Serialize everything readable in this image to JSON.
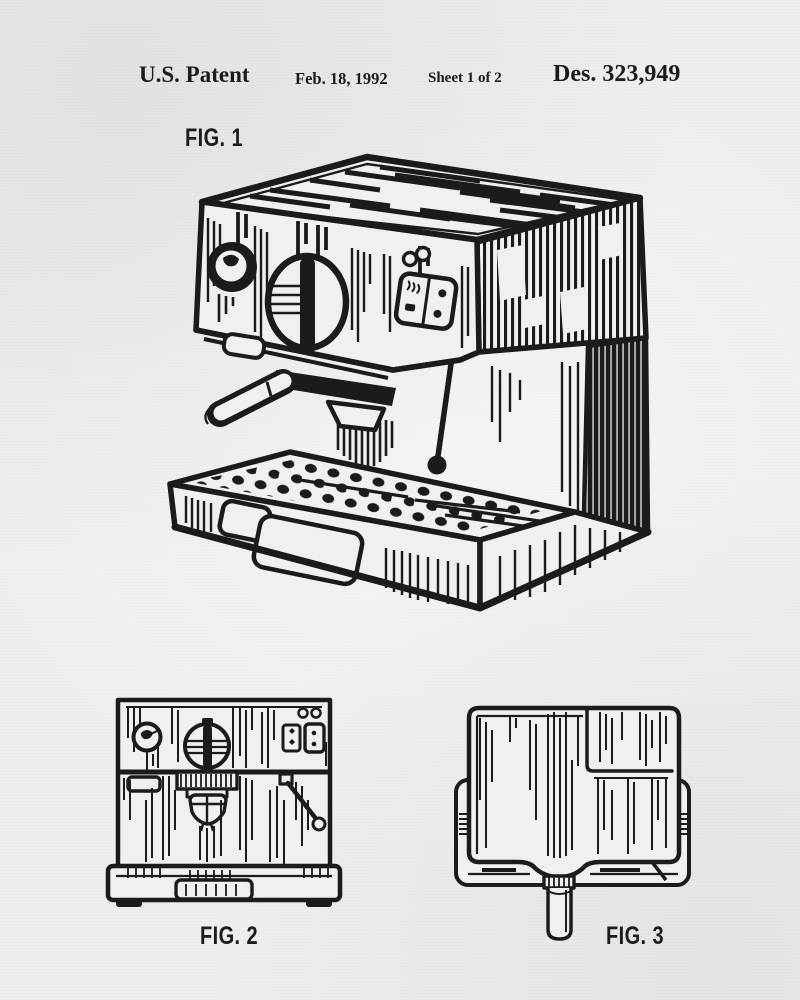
{
  "page": {
    "paper_color": "#f0efec",
    "ink_color": "#1c1b18"
  },
  "header": {
    "title": "U.S. Patent",
    "date": "Feb. 18, 1992",
    "sheet": "Sheet 1 of 2",
    "patent_number": "Des. 323,949"
  },
  "figures": [
    {
      "label": "FIG. 1"
    },
    {
      "label": "FIG. 2"
    },
    {
      "label": "FIG. 3"
    }
  ]
}
